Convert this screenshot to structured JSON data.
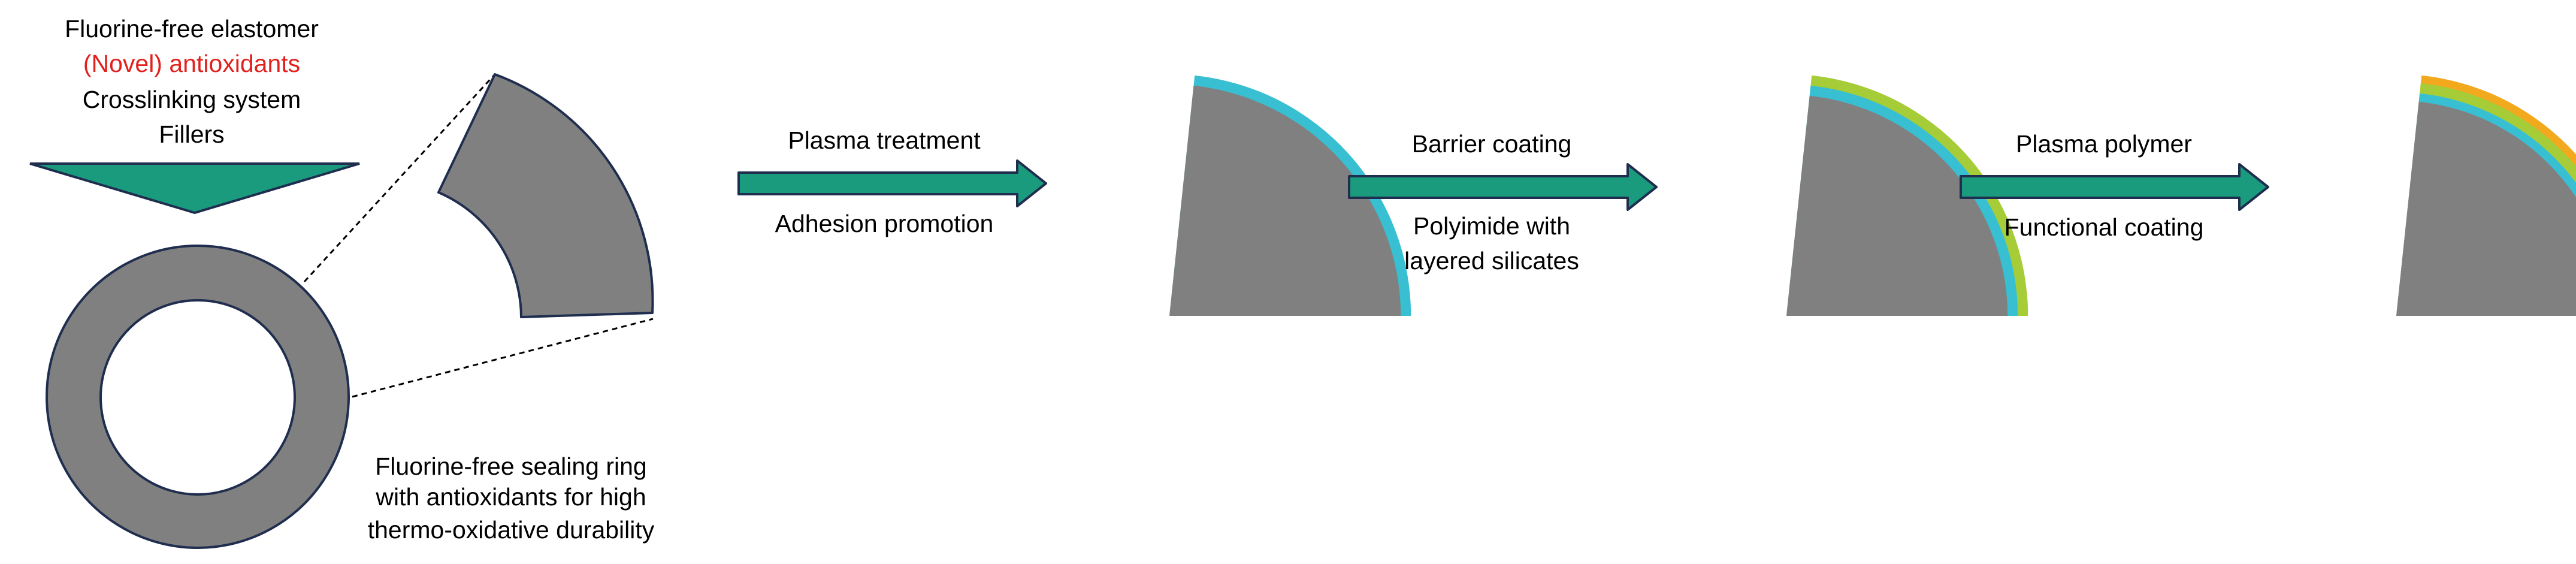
{
  "title_block": {
    "line1": "Fluorine-free elastomer",
    "line2": "(Novel) antioxidants",
    "line3": "Crosslinking system",
    "line4": "Fillers"
  },
  "ring_caption": {
    "line1": "Fluorine-free  sealing ring",
    "line2": "with antioxidants for high",
    "line3": "thermo-oxidative durability"
  },
  "steps": [
    {
      "top": "Plasma treatment",
      "bottom1": "Adhesion promotion",
      "bottom2": ""
    },
    {
      "top": "Barrier coating",
      "bottom1": "Polyimide with",
      "bottom2": "layered silicates"
    },
    {
      "top": "Plasma polymer",
      "bottom1": "Functional coating",
      "bottom2": ""
    }
  ],
  "colors": {
    "text": "#000000",
    "highlight": "#e0211d",
    "teal": "#1a9b7e",
    "navy": "#1f2d4e",
    "rubber": "#808080",
    "plasma_layer": "#38bfd2",
    "barrier_layer": "#a6cc38",
    "functional_layer": "#f3a91e"
  }
}
